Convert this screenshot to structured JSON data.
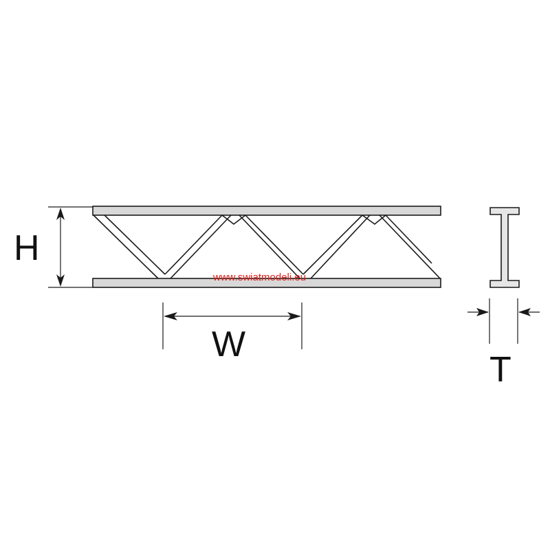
{
  "labels": {
    "height": "H",
    "width": "W",
    "thickness": "T"
  },
  "watermark": {
    "text": "www.swiatmodeli.eu",
    "color": "#e0201b"
  },
  "colors": {
    "line": "#1a1a1a",
    "chord_fill": "#d8d8d8",
    "background": "#ffffff"
  }
}
